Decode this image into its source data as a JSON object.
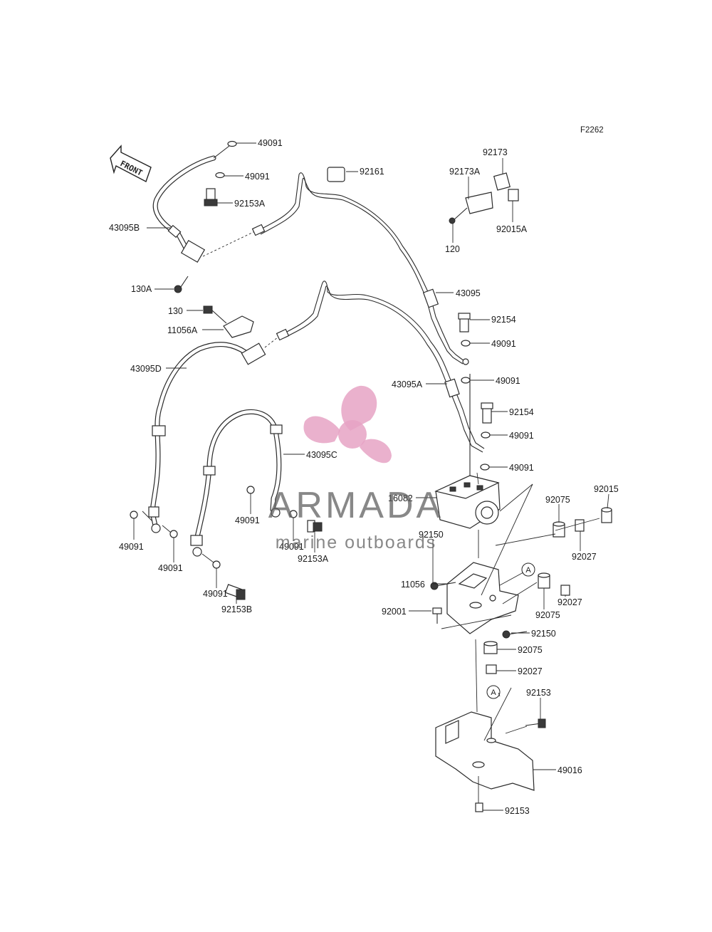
{
  "figure_id": "F2262",
  "front_label": "FRONT",
  "ref_marker": "A",
  "watermark": {
    "brand": "ARMADA",
    "tagline": "marine outboards",
    "accent_color": "#e6a3c4",
    "text_color": "#606060"
  },
  "labels": {
    "p49091_a": "49091",
    "p49091_b": "49091",
    "p92153A_top": "92153A",
    "p43095B": "43095B",
    "p130A": "130A",
    "p92161": "92161",
    "p92173": "92173",
    "p92173A": "92173A",
    "p92015A": "92015A",
    "p120": "120",
    "p43095": "43095",
    "p130": "130",
    "p11056A": "11056A",
    "p92154_a": "92154",
    "p49091_c": "49091",
    "p43095D": "43095D",
    "p43095A": "43095A",
    "p49091_d": "49091",
    "p92154_b": "92154",
    "p49091_e": "49091",
    "p43095C": "43095C",
    "p49091_f": "49091",
    "p16082": "16082",
    "p92075_a": "92075",
    "p92015": "92015",
    "p49091_g": "49091",
    "p49091_h": "49091",
    "p49091_i": "49091",
    "p92153A_mid": "92153A",
    "p49091_j": "49091",
    "p92150_a": "92150",
    "p92027_a": "92027",
    "p49091_k": "49091",
    "p11056": "11056",
    "p92027_b": "92027",
    "p92153B": "92153B",
    "p92075_b": "92075",
    "p92001": "92001",
    "p92150_b": "92150",
    "p92075_c": "92075",
    "p92027_c": "92027",
    "p92153_a": "92153",
    "p49016": "49016",
    "p92153_b": "92153"
  }
}
